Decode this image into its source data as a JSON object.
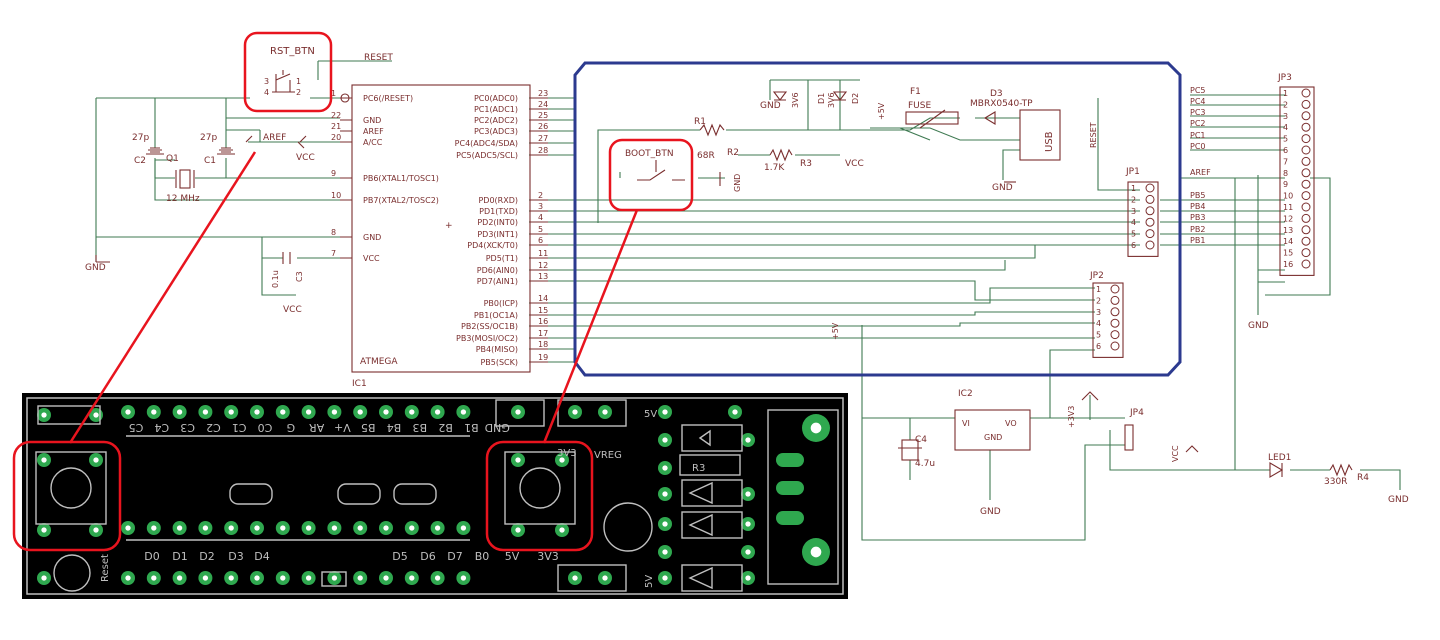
{
  "colors": {
    "wire": "#3f7a52",
    "symbol": "#7a2e2e",
    "highlight": "#e8141e",
    "usb_frame": "#2c3a8f",
    "board": "#000000",
    "pad": "#2fa84f",
    "silk": "#bfbfbf"
  },
  "schematic": {
    "rst_btn": "RST_BTN",
    "reset_net": "RESET",
    "boot_btn": "BOOT_BTN",
    "ic_name": "IC1",
    "ic_value": "ATMEGA",
    "left_pins": [
      "PC6(/RESET)",
      "GND",
      "AREF",
      "A/CC",
      "PB6(XTAL1/TOSC1)",
      "PB7(XTAL2/TOSC2)",
      "GND",
      "VCC"
    ],
    "left_pin_nums": [
      "1",
      "22",
      "21",
      "20",
      "9",
      "10",
      "8",
      "7"
    ],
    "right_pins": [
      "PC0(ADC0)",
      "PC1(ADC1)",
      "PC2(ADC2)",
      "PC3(ADC3)",
      "PC4(ADC4/SDA)",
      "PC5(ADC5/SCL)",
      "PD0(RXD)",
      "PD1(TXD)",
      "PD2(INT0)",
      "PD3(INT1)",
      "PD4(XCK/T0)",
      "PD5(T1)",
      "PD6(AIN0)",
      "PD7(AIN1)",
      "PB0(ICP)",
      "PB1(OC1A)",
      "PB2(SS/OC1B)",
      "PB3(MOSI/OC2)",
      "PB4(MISO)",
      "PB5(SCK)"
    ],
    "right_pin_nums": [
      "23",
      "24",
      "25",
      "26",
      "27",
      "28",
      "2",
      "3",
      "4",
      "5",
      "6",
      "11",
      "12",
      "13",
      "14",
      "15",
      "16",
      "17",
      "18",
      "19"
    ],
    "caps": {
      "c2": "C2",
      "c1": "C1",
      "c2_val": "27p",
      "c1_val": "27p",
      "q1": "Q1",
      "xtal": "12 MHz",
      "c3": "C3",
      "c3_val": "0.1u"
    },
    "gnd": "GND",
    "vcc": "VCC",
    "aref": "AREF",
    "plus5v": "+5V",
    "plus3v3": "+3V3",
    "r1": "R1",
    "r1_val": "68R",
    "r2": "R2",
    "r3": "R3",
    "r3_val": "1.7K",
    "r4": "R4",
    "r4_val": "330R",
    "d1": "D1",
    "d2": "D2",
    "d3": "D3",
    "zener": "3V6",
    "f1": "F1",
    "fuse": "FUSE",
    "mbr": "MBRX0540-TP",
    "usb": "USB",
    "jp1": "JP1",
    "jp2": "JP2",
    "jp3": "JP3",
    "jp4": "JP4",
    "ic2": "IC2",
    "vi": "VI",
    "vo": "VO",
    "c4": "C4",
    "c4_val": "4.7u",
    "led1": "LED1",
    "jp3_labels": [
      "PC5",
      "PC4",
      "PC3",
      "PC2",
      "PC1",
      "PC0",
      "AREF",
      "PB5",
      "PB4",
      "PB3",
      "PB2",
      "PB1"
    ]
  },
  "pcb": {
    "top_labels": [
      "C5",
      "C4",
      "C3",
      "C2",
      "C1",
      "C0",
      "G",
      "AR",
      "V+",
      "B5",
      "B4",
      "B3",
      "B2",
      "B1",
      "GND"
    ],
    "bottom_labels": [
      "D0",
      "D1",
      "D2",
      "D3",
      "D4",
      "D5",
      "D6",
      "D7",
      "B0",
      "5V",
      "3V3"
    ],
    "label_5v": "5V",
    "label_3v3": "3V3",
    "label_vreg": "VREG",
    "label_r3": "R3",
    "label_reset": "Reset"
  }
}
